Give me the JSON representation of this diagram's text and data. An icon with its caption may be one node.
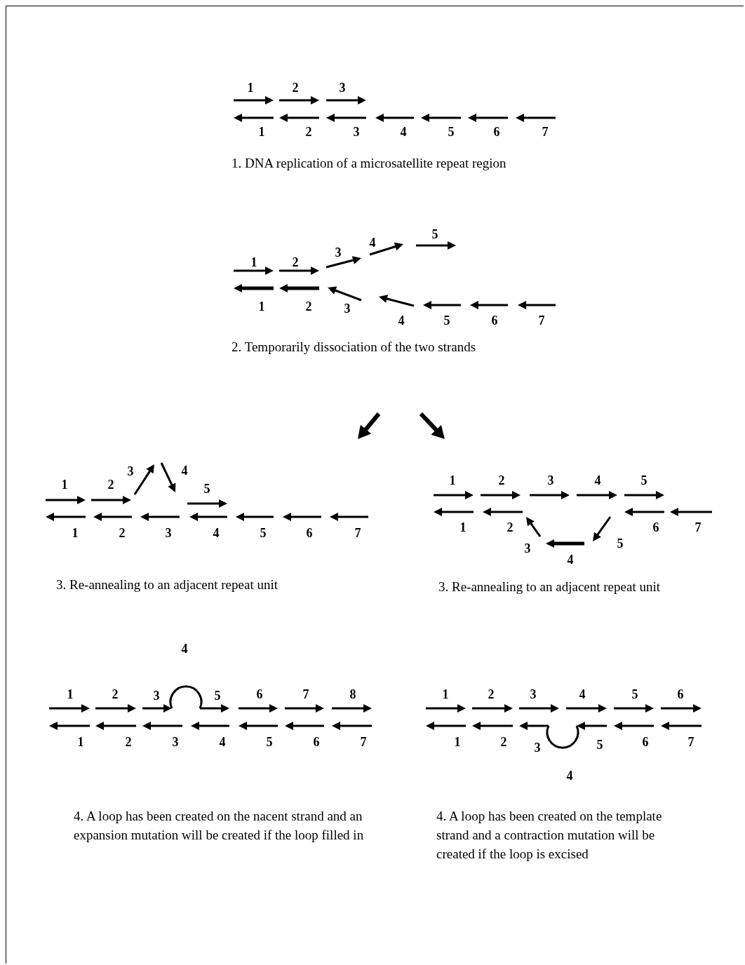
{
  "diagram": {
    "labels": [
      "1",
      "2",
      "3",
      "1",
      "2",
      "3",
      "4",
      "5",
      "6",
      "7",
      "1. DNA replication of a microsatellite repeat region",
      "1",
      "2",
      "3",
      "4",
      "5",
      "1",
      "2",
      "3",
      "4",
      "5",
      "6",
      "7",
      "2. Temporarily dissociation of the two strands",
      "1",
      "2",
      "3",
      "4",
      "5",
      "1",
      "2",
      "3",
      "4",
      "5",
      "6",
      "7",
      "3. Re-annealing to an adjacent repeat unit",
      "1",
      "2",
      "3",
      "4",
      "5",
      "1",
      "2",
      "3",
      "4",
      "5",
      "6",
      "7",
      "3. Re-annealing to an adjacent repeat unit",
      "1",
      "2",
      "3",
      "4",
      "5",
      "6",
      "7",
      "8",
      "1",
      "2",
      "3",
      "4",
      "5",
      "6",
      "7",
      "4. A loop has been created on the nacent strand and an expansion mutation will be created if the loop filled in",
      "1",
      "2",
      "3",
      "4",
      "5",
      "6",
      "1",
      "2",
      "3",
      "4",
      "5",
      "6",
      "7",
      "4. A loop has been created on the template strand and a contraction mutation will be created if the loop is excised"
    ]
  }
}
